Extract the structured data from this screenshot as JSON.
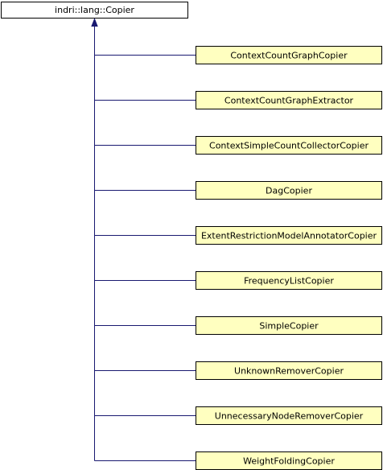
{
  "base_class": {
    "name": "indri::lang::Copier",
    "fill": "#ffffff"
  },
  "derived_classes": [
    {
      "name": "ContextCountGraphCopier"
    },
    {
      "name": "ContextCountGraphExtractor"
    },
    {
      "name": "ContextSimpleCountCollectorCopier"
    },
    {
      "name": "DagCopier"
    },
    {
      "name": "ExtentRestrictionModelAnnotatorCopier"
    },
    {
      "name": "FrequencyListCopier"
    },
    {
      "name": "SimpleCopier"
    },
    {
      "name": "UnknownRemoverCopier"
    },
    {
      "name": "UnnecessaryNodeRemoverCopier"
    },
    {
      "name": "WeightFoldingCopier"
    }
  ],
  "colors": {
    "derived_fill": "#ffffc0",
    "box_border": "#000000",
    "edge": "#191970"
  }
}
